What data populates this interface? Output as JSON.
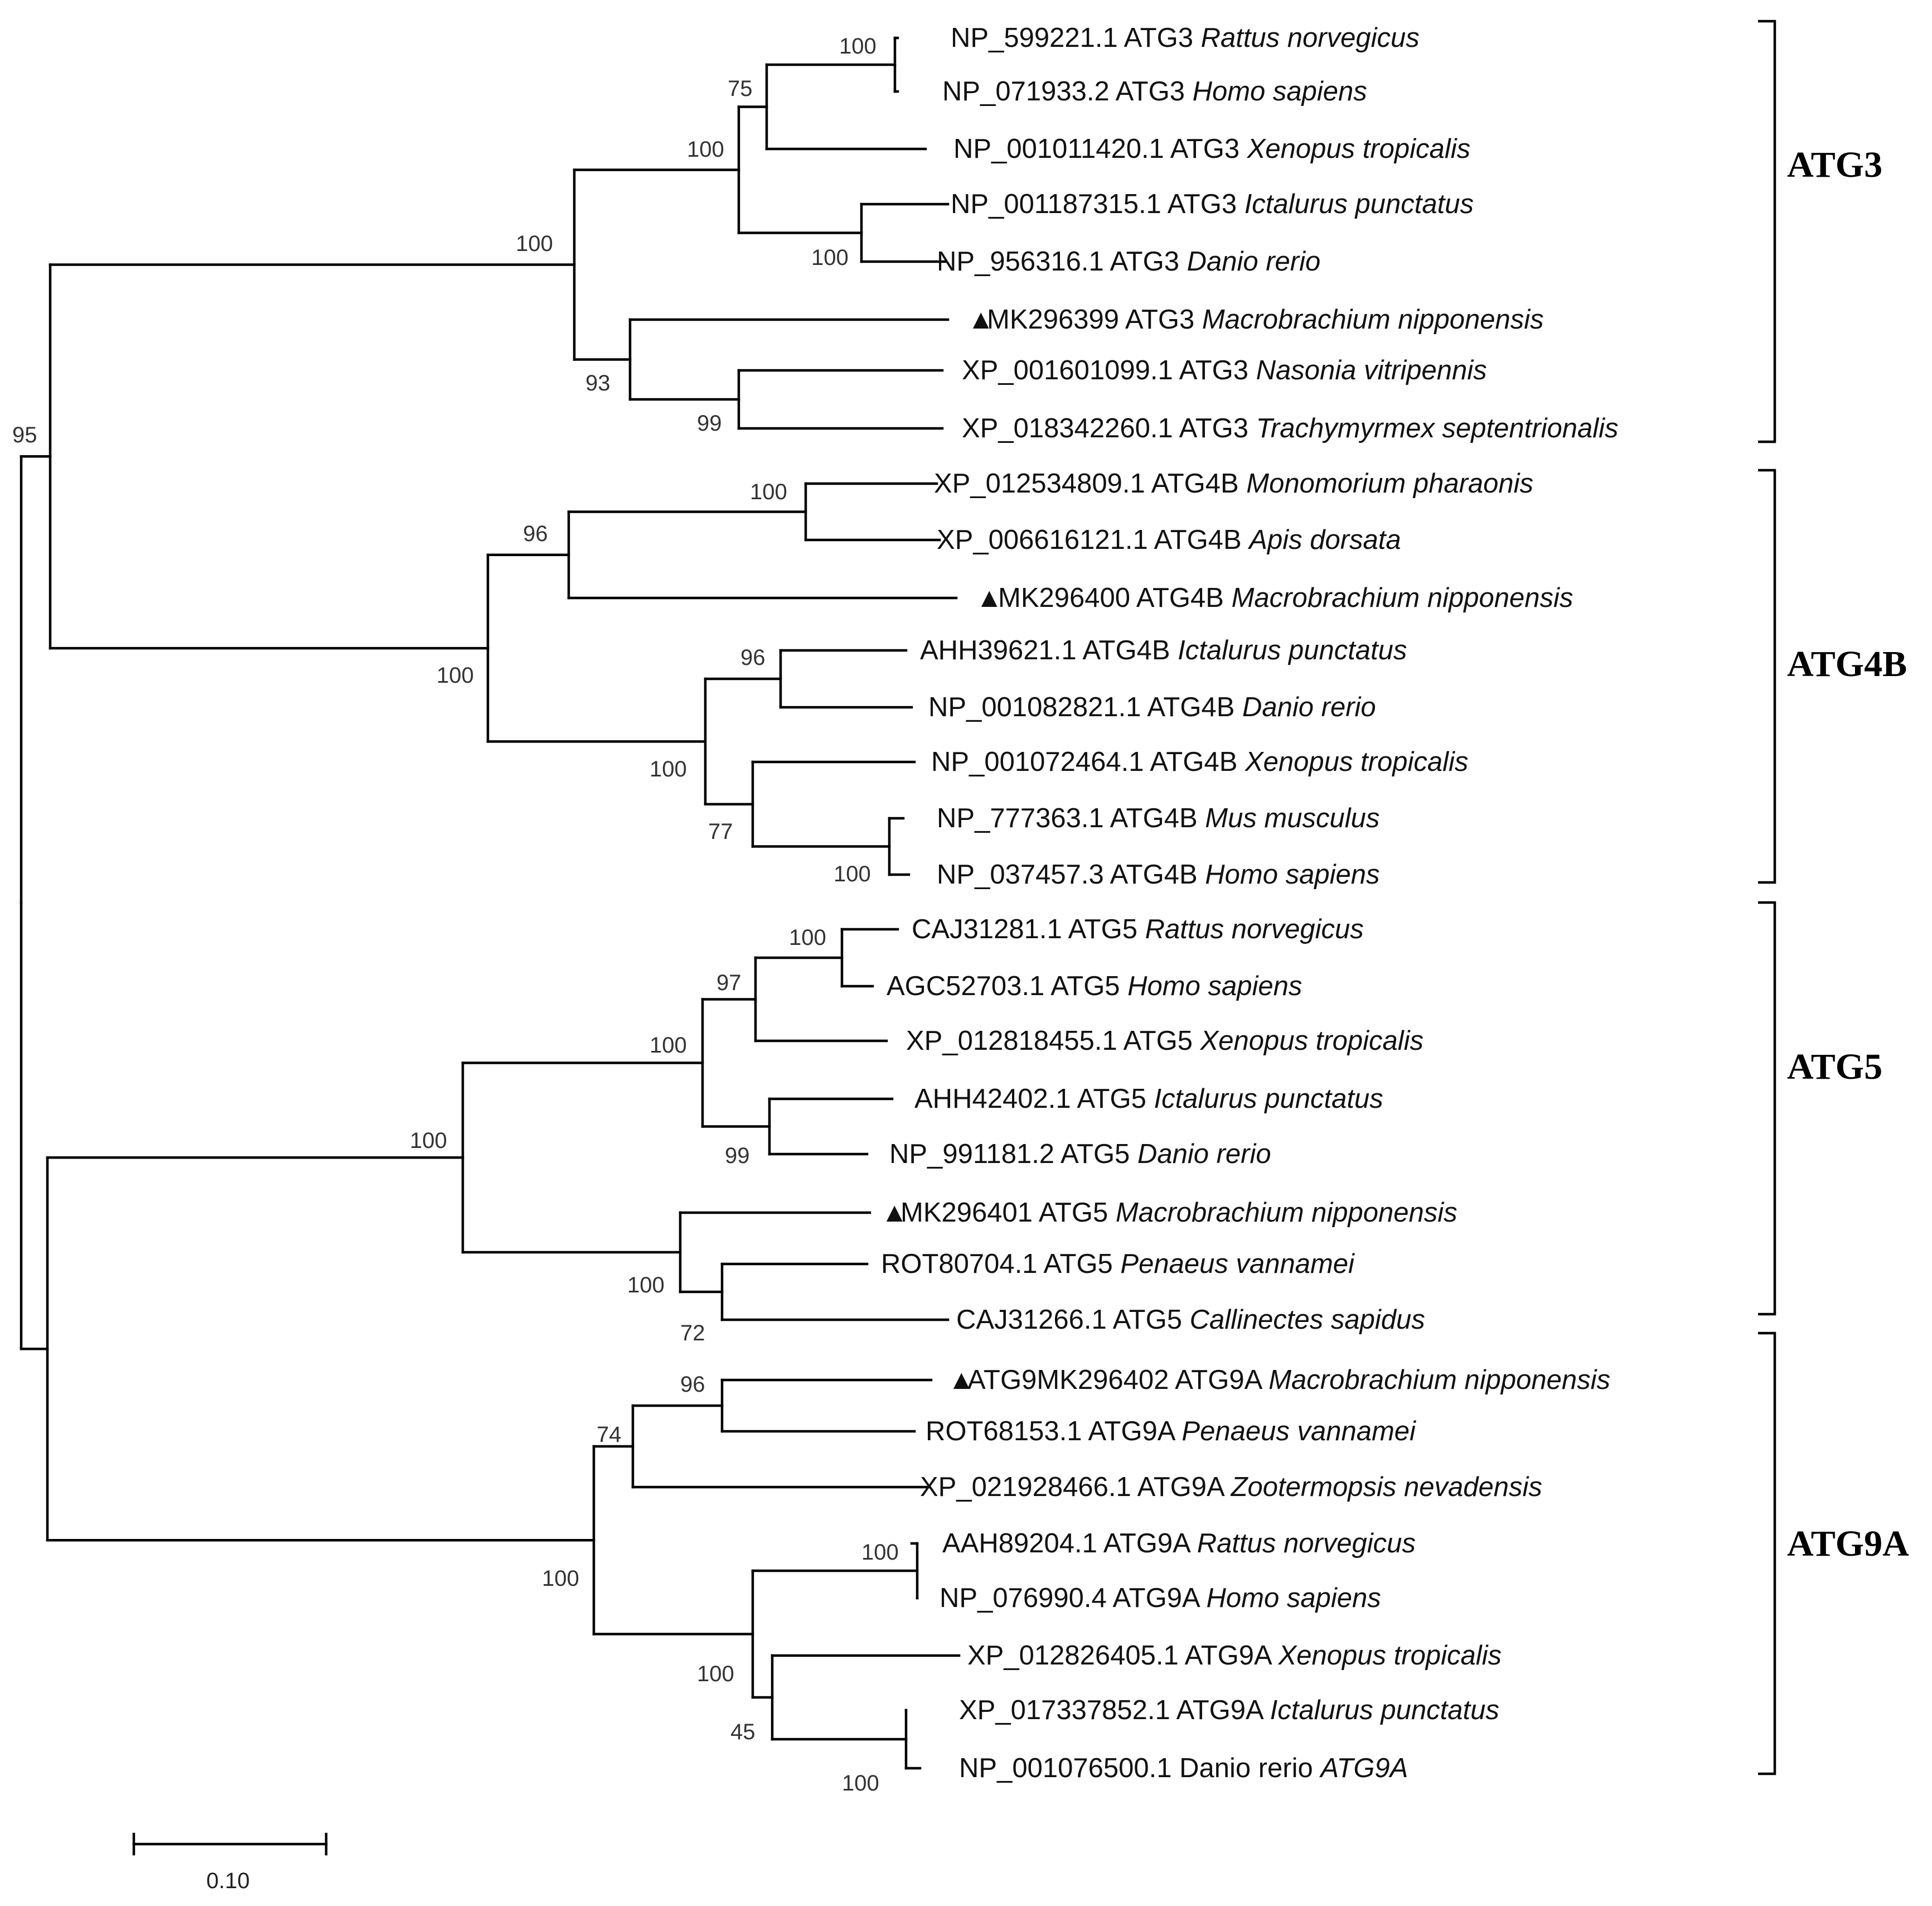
{
  "taxa": [
    {
      "id": "NP_599221.1",
      "gene": "ATG3",
      "species": "Rattus norvegicus"
    },
    {
      "id": "NP_071933.2",
      "gene": "ATG3",
      "species": "Homo sapiens"
    },
    {
      "id": "NP_001011420.1",
      "gene": "ATG3",
      "species": "Xenopus tropicalis"
    },
    {
      "id": "NP_001187315.1",
      "gene": "ATG3",
      "species": "Ictalurus punctatus"
    },
    {
      "id": "NP_956316.1",
      "gene": "ATG3",
      "species": "Danio rerio"
    },
    {
      "id": "MK296399",
      "gene": "ATG3",
      "species": "Macrobrachium nipponensis",
      "marked": true
    },
    {
      "id": "XP_001601099.1",
      "gene": "ATG3",
      "species": "Nasonia vitripennis"
    },
    {
      "id": "XP_018342260.1",
      "gene": "ATG3",
      "species": "Trachymyrmex septentrionalis"
    },
    {
      "id": "XP_012534809.1",
      "gene": "ATG4B",
      "species": "Monomorium pharaonis"
    },
    {
      "id": "XP_006616121.1",
      "gene": "ATG4B",
      "species": "Apis dorsata"
    },
    {
      "id": "MK296400",
      "gene": "ATG4B",
      "species": "Macrobrachium nipponensis",
      "marked": true
    },
    {
      "id": "AHH39621.1",
      "gene": "ATG4B",
      "species": "Ictalurus punctatus"
    },
    {
      "id": "NP_001082821.1",
      "gene": "ATG4B",
      "species": "Danio rerio"
    },
    {
      "id": "NP_001072464.1",
      "gene": "ATG4B",
      "species": "Xenopus tropicalis"
    },
    {
      "id": "NP_777363.1",
      "gene": "ATG4B",
      "species": "Mus musculus"
    },
    {
      "id": "NP_037457.3",
      "gene": "ATG4B",
      "species": "Homo sapiens"
    },
    {
      "id": "CAJ31281.1",
      "gene": "ATG5",
      "species": "Rattus norvegicus"
    },
    {
      "id": "AGC52703.1",
      "gene": "ATG5",
      "species": "Homo sapiens"
    },
    {
      "id": "XP_012818455.1",
      "gene": "ATG5",
      "species": "Xenopus tropicalis"
    },
    {
      "id": "AHH42402.1",
      "gene": "ATG5",
      "species": "Ictalurus punctatus"
    },
    {
      "id": "NP_991181.2",
      "gene": "ATG5",
      "species": "Danio rerio"
    },
    {
      "id": "MK296401",
      "gene": "ATG5",
      "species": "Macrobrachium nipponensis",
      "marked": true
    },
    {
      "id": "ROT80704.1",
      "gene": "ATG5",
      "species": "Penaeus vannamei"
    },
    {
      "id": "CAJ31266.1",
      "gene": "ATG5",
      "species": "Callinectes sapidus"
    },
    {
      "id": "ATG9MK296402",
      "gene": "ATG9A",
      "species": "Macrobrachium nipponensis",
      "marked": true
    },
    {
      "id": "ROT68153.1",
      "gene": "ATG9A",
      "species": "Penaeus vannamei"
    },
    {
      "id": "XP_021928466.1",
      "gene": "ATG9A",
      "species": "Zootermopsis nevadensis"
    },
    {
      "id": "AAH89204.1",
      "gene": "ATG9A",
      "species": "Rattus norvegicus"
    },
    {
      "id": "NP_076990.4",
      "gene": "ATG9A",
      "species": "Homo sapiens"
    },
    {
      "id": "XP_012826405.1",
      "gene": "ATG9A",
      "species": "Xenopus tropicalis"
    },
    {
      "id": "XP_017337852.1",
      "gene": "ATG9A",
      "species": "Ictalurus punctatus"
    },
    {
      "id": "NP_001076500.1",
      "species_plain": "Danio rerio",
      "gene_italic": "ATG9A"
    }
  ],
  "support_values": [
    "100",
    "75",
    "100",
    "100",
    "100",
    "93",
    "99",
    "95",
    "100",
    "96",
    "100",
    "96",
    "100",
    "77",
    "100",
    "100",
    "97",
    "100",
    "99",
    "100",
    "100",
    "72",
    "96",
    "74",
    "100",
    "100",
    "100",
    "45",
    "100"
  ],
  "groups": [
    "ATG3",
    "ATG4B",
    "ATG5",
    "ATG9A"
  ],
  "marker_symbol": "▲",
  "scale_bar": {
    "label": "0.10"
  },
  "colors": {
    "line": "#000000",
    "text": "#111111",
    "support": "#333333"
  }
}
